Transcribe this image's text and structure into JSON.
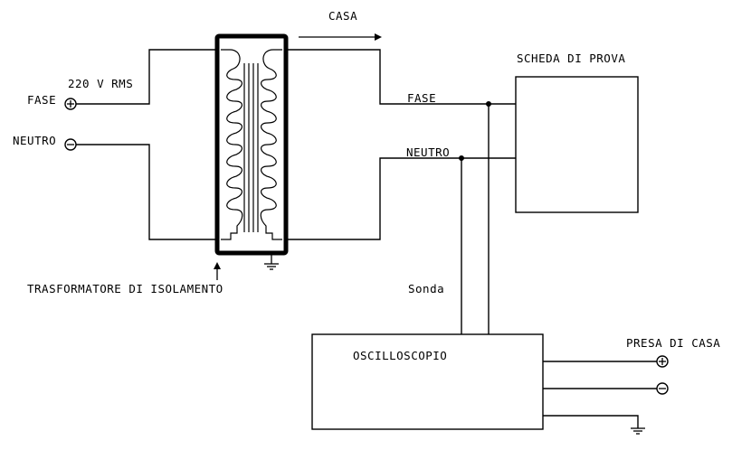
{
  "diagram": {
    "labels": {
      "casa_arrow": "CASA",
      "voltage": "220 V RMS",
      "input_fase": "FASE",
      "input_neutro": "NEUTRO",
      "output_fase": "FASE",
      "output_neutro": "NEUTRO",
      "test_board": "SCHEDA DI PROVA",
      "transformer": "TRASFORMATORE DI ISOLAMENTO",
      "probe": "Sonda",
      "oscilloscope": "OSCILLOSCOPIO",
      "home_socket": "PRESA DI CASA"
    },
    "terminals": {
      "positive_symbol": "+",
      "negative_symbol": "−"
    },
    "colors": {
      "line": "#000000",
      "background": "#ffffff"
    }
  }
}
